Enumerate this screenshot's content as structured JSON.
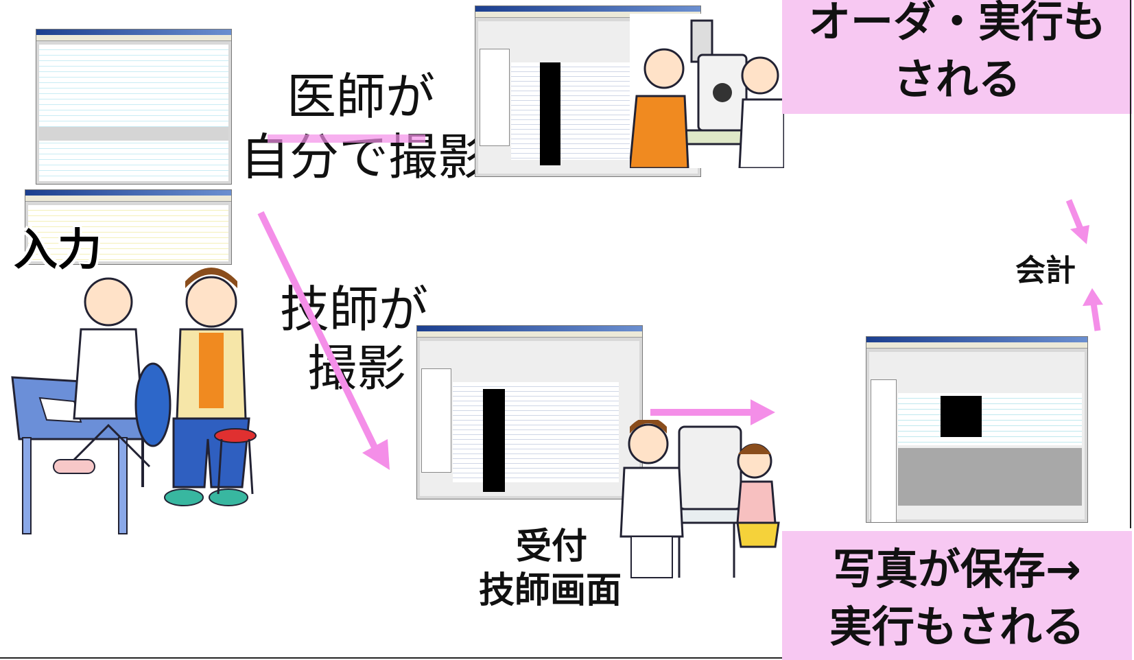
{
  "labels": {
    "input": "入力",
    "doctor_capture": [
      "医師が",
      "自分で撮影"
    ],
    "tech_capture": [
      "技師が",
      "撮影"
    ],
    "reception": [
      "受付",
      "技師画面"
    ],
    "billing": "会計"
  },
  "callouts": {
    "top": [
      "オーダ・実行も",
      "される"
    ],
    "bottom": [
      "写真が保存→",
      "実行もされる"
    ]
  },
  "colors": {
    "callout_bg": "#f7c8f2",
    "arrow": "#f48ee8",
    "text": "#111111"
  }
}
